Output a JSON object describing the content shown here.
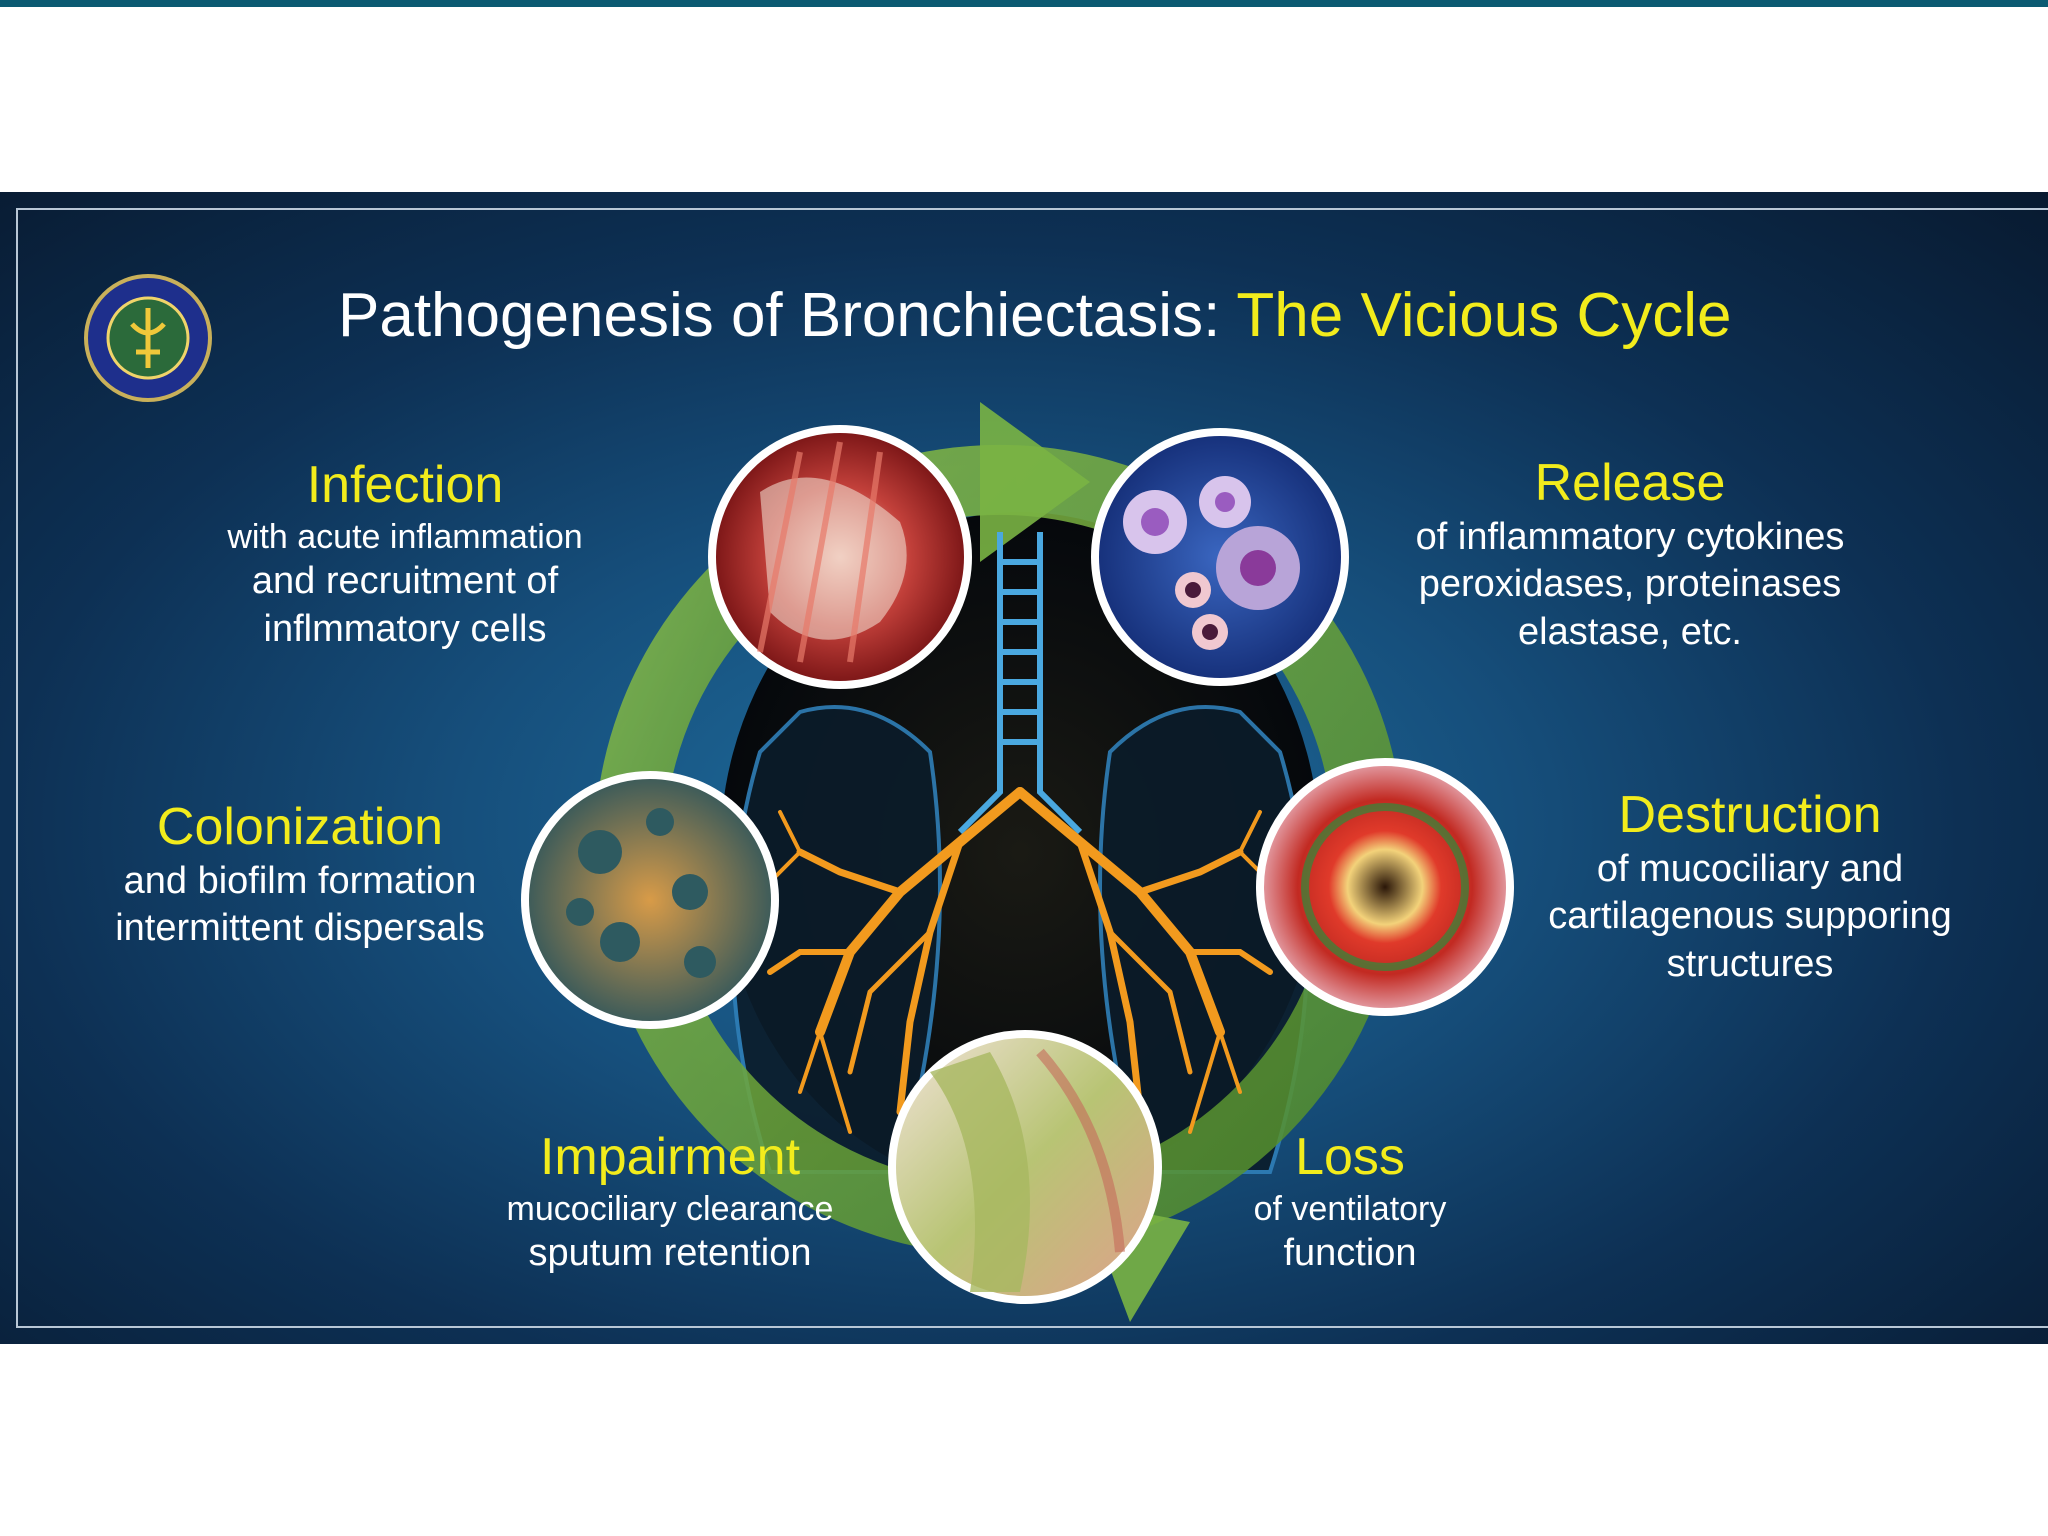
{
  "slide": {
    "title_main": "Pathogenesis of Bronchiectasis: ",
    "title_highlight": "The Vicious Cycle",
    "logo": "university-seal-logo"
  },
  "stages": {
    "infection": {
      "heading": "Infection",
      "lines": [
        "with acute inflammation",
        "and recruitment of",
        "inflmmatory cells"
      ]
    },
    "release": {
      "heading": "Release",
      "lines": [
        "of inflammatory cytokines",
        "peroxidases, proteinases",
        "elastase, etc."
      ]
    },
    "colonization": {
      "heading": "Colonization",
      "lines": [
        "and biofilm formation",
        "intermittent dispersals"
      ]
    },
    "destruction": {
      "heading": "Destruction",
      "lines": [
        "of mucociliary and",
        "cartilagenous supporing",
        "structures"
      ]
    },
    "impairment": {
      "heading": "Impairment",
      "lines": [
        "mucociliary clearance",
        "sputum retention"
      ]
    },
    "loss": {
      "heading": "Loss",
      "lines": [
        "of ventilatory",
        "function"
      ]
    }
  },
  "images": {
    "infection": "inflamed-airway-image",
    "release": "blood-cells-image",
    "colonization": "bacterial-biofilm-image",
    "destruction": "damaged-bronchus-image",
    "impairment": "mucus-airway-image",
    "center": "bronchial-tree-lungs-image"
  },
  "colors": {
    "highlight": "#f2ec1c",
    "cycle_arrow": "#6aa63a",
    "background": "#0f3a63"
  }
}
